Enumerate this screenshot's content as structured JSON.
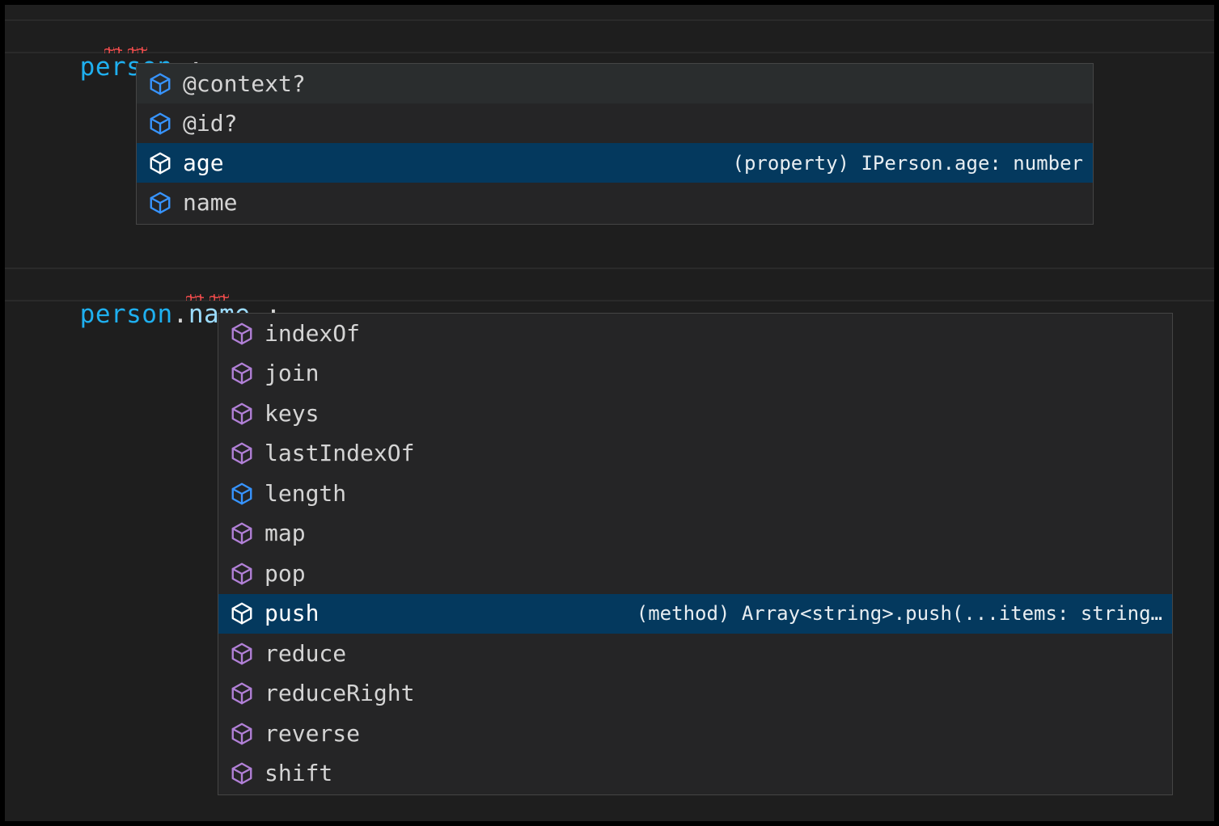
{
  "theme": {
    "editor_background": "#1e1e1e",
    "widget_background": "#252526",
    "widget_border": "#454545",
    "selection_background": "#04395e",
    "hover_background": "#2a2d2e",
    "foreground": "#d4d4d4",
    "selected_foreground": "#ffffff",
    "variable_color": "#1fb0f0",
    "property_color": "#9cdcfe",
    "punctuation_color": "#d4d4d4",
    "error_squiggle_color": "#f14c4c",
    "icon_property_color": "#3794ff",
    "icon_method_color": "#b180d7",
    "icon_selected_color": "#ffffff"
  },
  "editor": {
    "lines": [
      {
        "id": "line-1",
        "tokens": [
          {
            "text": "person",
            "kind": "variable"
          },
          {
            "text": ".",
            "kind": "punctuation"
          },
          {
            "text": ";",
            "kind": "punctuation"
          }
        ],
        "plain": "person.;"
      },
      {
        "id": "line-2",
        "tokens": [
          {
            "text": "person",
            "kind": "variable"
          },
          {
            "text": ".",
            "kind": "punctuation"
          },
          {
            "text": "name",
            "kind": "property"
          },
          {
            "text": ".",
            "kind": "punctuation"
          },
          {
            "text": ";",
            "kind": "punctuation"
          }
        ],
        "plain": "person.name.;"
      }
    ]
  },
  "suggest_widgets": [
    {
      "id": "suggest-widget-person",
      "anchor_line": "person.;",
      "selected_index": 2,
      "items": [
        {
          "label": "@context?",
          "icon": "property-cube-icon",
          "icon_kind": "property",
          "detail": "",
          "state": "hovered"
        },
        {
          "label": "@id?",
          "icon": "property-cube-icon",
          "icon_kind": "property",
          "detail": "",
          "state": "normal"
        },
        {
          "label": "age",
          "icon": "property-cube-icon",
          "icon_kind": "property",
          "detail": "(property) IPerson.age: number",
          "state": "selected"
        },
        {
          "label": "name",
          "icon": "property-cube-icon",
          "icon_kind": "property",
          "detail": "",
          "state": "normal"
        }
      ]
    },
    {
      "id": "suggest-widget-person-name",
      "anchor_line": "person.name.;",
      "selected_index": 7,
      "items": [
        {
          "label": "indexOf",
          "icon": "method-cube-icon",
          "icon_kind": "method",
          "detail": "",
          "state": "normal"
        },
        {
          "label": "join",
          "icon": "method-cube-icon",
          "icon_kind": "method",
          "detail": "",
          "state": "normal"
        },
        {
          "label": "keys",
          "icon": "method-cube-icon",
          "icon_kind": "method",
          "detail": "",
          "state": "normal"
        },
        {
          "label": "lastIndexOf",
          "icon": "method-cube-icon",
          "icon_kind": "method",
          "detail": "",
          "state": "normal"
        },
        {
          "label": "length",
          "icon": "property-cube-icon",
          "icon_kind": "property",
          "detail": "",
          "state": "normal"
        },
        {
          "label": "map",
          "icon": "method-cube-icon",
          "icon_kind": "method",
          "detail": "",
          "state": "normal"
        },
        {
          "label": "pop",
          "icon": "method-cube-icon",
          "icon_kind": "method",
          "detail": "",
          "state": "normal"
        },
        {
          "label": "push",
          "icon": "method-cube-icon",
          "icon_kind": "method",
          "detail": "(method) Array<string>.push(...items: string…",
          "state": "selected"
        },
        {
          "label": "reduce",
          "icon": "method-cube-icon",
          "icon_kind": "method",
          "detail": "",
          "state": "normal"
        },
        {
          "label": "reduceRight",
          "icon": "method-cube-icon",
          "icon_kind": "method",
          "detail": "",
          "state": "normal"
        },
        {
          "label": "reverse",
          "icon": "method-cube-icon",
          "icon_kind": "method",
          "detail": "",
          "state": "normal"
        },
        {
          "label": "shift",
          "icon": "method-cube-icon",
          "icon_kind": "method",
          "detail": "",
          "state": "normal"
        }
      ]
    }
  ]
}
